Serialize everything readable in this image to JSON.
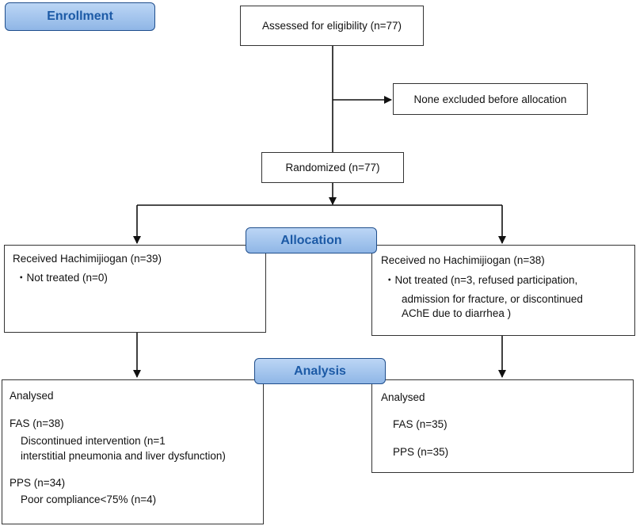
{
  "phases": {
    "enrollment": "Enrollment",
    "allocation": "Allocation",
    "analysis": "Analysis"
  },
  "boxes": {
    "assessed": "Assessed for eligibility (n=77)",
    "excluded": "None excluded before allocation",
    "randomized": "Randomized (n=77)",
    "received": {
      "title": "Received Hachimijiogan (n=39)",
      "line1": "・Not treated (n=0)"
    },
    "not_received": {
      "title": "Received no Hachimijiogan (n=38)",
      "line1": "・Not treated (n=3, refused participation,",
      "line2": "admission for fracture, or discontinued",
      "line3": "AChE due to diarrhea )"
    },
    "analysed_left": {
      "title": "Analysed",
      "fas": "FAS (n=38)",
      "fas_detail1": "Discontinued intervention (n=1",
      "fas_detail2": "interstitial pneumonia and liver dysfunction)",
      "pps": "PPS (n=34)",
      "pps_detail": "Poor compliance<75% (n=4)"
    },
    "analysed_right": {
      "title": "Analysed",
      "fas": "FAS (n=35)",
      "pps": "PPS (n=35)"
    }
  },
  "colors": {
    "phase_fill": "#a9c8ef",
    "phase_text": "#1c5aa6",
    "border": "#333333"
  }
}
